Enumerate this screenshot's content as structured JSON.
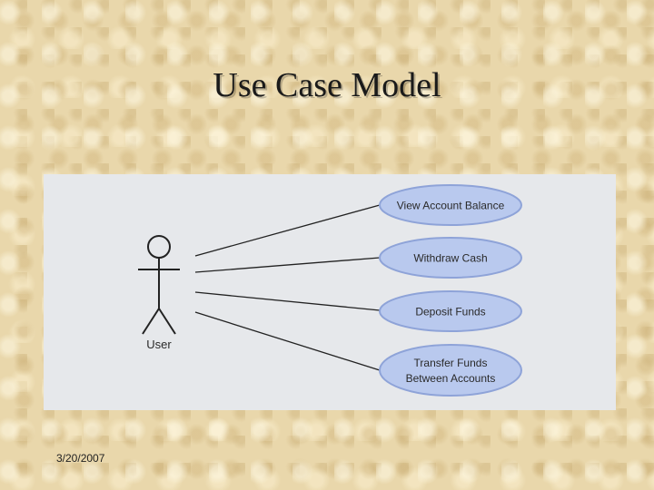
{
  "slide": {
    "title": "Use Case Model",
    "date": "3/20/2007"
  },
  "diagram": {
    "actor": {
      "label": "User"
    },
    "use_cases": [
      {
        "lines": [
          "View Account Balance"
        ]
      },
      {
        "lines": [
          "Withdraw Cash"
        ]
      },
      {
        "lines": [
          "Deposit Funds"
        ]
      },
      {
        "lines": [
          "Transfer Funds",
          "Between Accounts"
        ]
      }
    ],
    "colors": {
      "ellipse_fill": "#b9c9ee",
      "ellipse_stroke": "#8ea3d8",
      "line": "#222222",
      "text": "#2a2a2a"
    }
  }
}
